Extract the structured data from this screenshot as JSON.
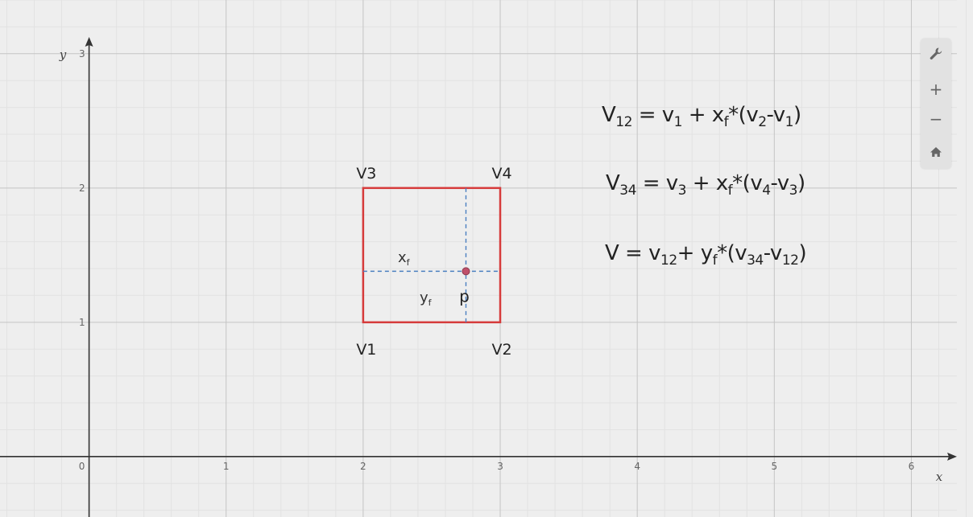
{
  "graph": {
    "x_label": "x",
    "y_label": "y",
    "x_ticks": [
      "0",
      "1",
      "2",
      "3",
      "4",
      "5",
      "6"
    ],
    "y_ticks": [
      "1",
      "2",
      "3"
    ],
    "x_range": [
      -0.65,
      6.45
    ],
    "y_range": [
      -0.45,
      3.4
    ],
    "grid": true,
    "square": {
      "color": "#d63b3b",
      "vertices": [
        {
          "label": "V1",
          "x": 2,
          "y": 1
        },
        {
          "label": "V2",
          "x": 3,
          "y": 1
        },
        {
          "label": "V3",
          "x": 2,
          "y": 2
        },
        {
          "label": "V4",
          "x": 3,
          "y": 2
        }
      ]
    },
    "point": {
      "label": "p",
      "x": 2.75,
      "y": 1.38,
      "color": "#c0506a"
    },
    "guide_color": "#4a7fc0",
    "xf_label": {
      "base": "x",
      "sub": "f"
    },
    "yf_label": {
      "base": "y",
      "sub": "f"
    }
  },
  "equations": {
    "eq1": {
      "lhs": "V",
      "lhs_sub": "12",
      "a": " = v",
      "a_sub": "1",
      "b": " + x",
      "b_sub": "f",
      "c": "*(v",
      "c_sub": "2",
      "d": "-v",
      "d_sub": "1",
      "e": ")"
    },
    "eq2": {
      "lhs": "V",
      "lhs_sub": "34",
      "a": " = v",
      "a_sub": "3",
      "b": " + x",
      "b_sub": "f",
      "c": "*(v",
      "c_sub": "4",
      "d": "-v",
      "d_sub": "3",
      "e": ")"
    },
    "eq3": {
      "lhs": "V = v",
      "lhs_sub": "12",
      "a": "+ y",
      "a_sub": "f",
      "b": "*(v",
      "b_sub": "34",
      "c": "-v",
      "c_sub": "12",
      "d": ")",
      "d_sub": "",
      "e": ""
    }
  },
  "toolbar": {
    "settings_icon": "wrench-icon",
    "zoom_in_label": "+",
    "zoom_out_label": "−",
    "home_icon": "home-icon"
  }
}
